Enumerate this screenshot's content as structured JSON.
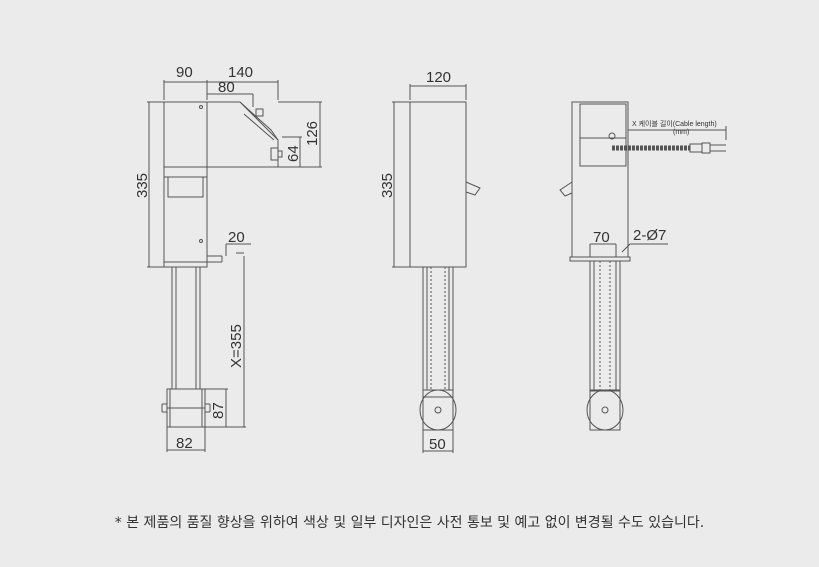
{
  "dims": {
    "side_top_left": "90",
    "side_top_right": "140",
    "side_head_width": "80",
    "side_head_height": "126",
    "side_port_height": "64",
    "side_total_height": "335",
    "side_offset": "20",
    "side_stroke": "X=355",
    "side_foot_height": "87",
    "side_foot_width": "82",
    "front_width": "120",
    "front_height": "335",
    "front_foot_width": "50",
    "back_slot_width": "70",
    "back_holes": "2-Ø7"
  },
  "cable": {
    "label": "X 케이블 길이(Cable length)",
    "unit": "(mm)"
  },
  "footnote": "* 본 제품의 품질 향상을 위하여 색상 및 일부 디자인은 사전 통보 및 예고 없이 변경될 수도 있습니다.",
  "colors": {
    "background": "#ebebeb",
    "line": "#555555",
    "text": "#333333"
  }
}
